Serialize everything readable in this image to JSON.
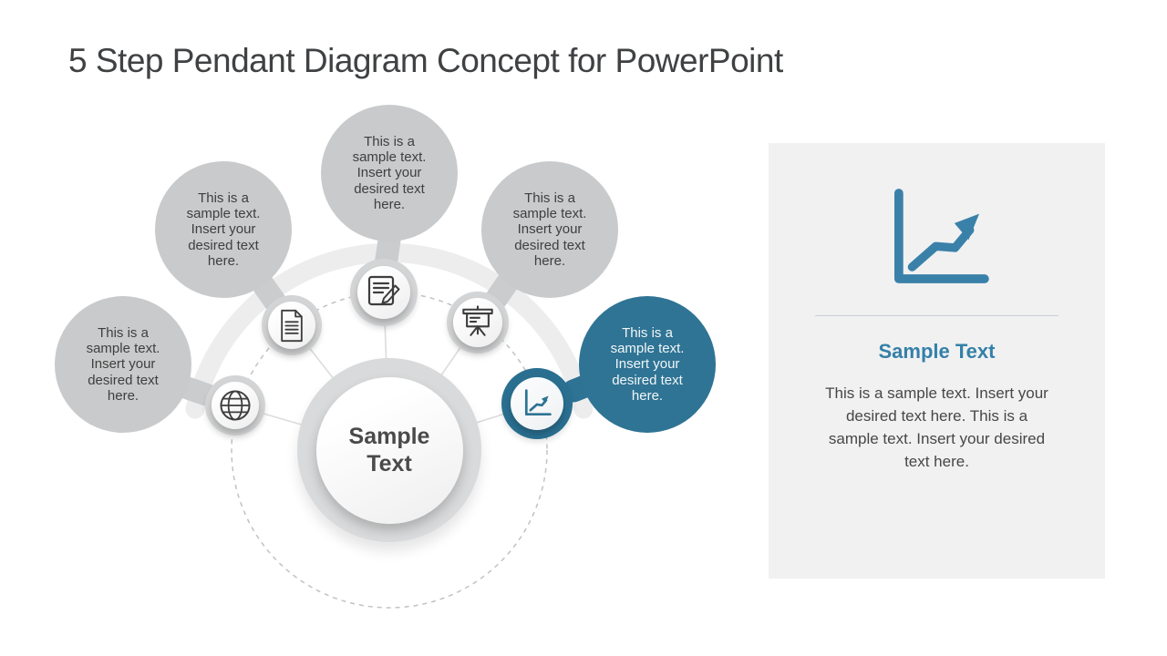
{
  "title": "5 Step Pendant Diagram Concept for PowerPoint",
  "colors": {
    "accent_blue": "#2f7494",
    "panel_accent_blue": "#3a81a9",
    "bubble_gray": "#c9cacb",
    "panel_background": "#f1f1f2"
  },
  "diagram": {
    "center": {
      "label": "Sample Text"
    },
    "steps": [
      {
        "id": 1,
        "icon": "globe-icon",
        "text": "This is a sample text. Insert your desired text here.",
        "highlighted": false
      },
      {
        "id": 2,
        "icon": "document-icon",
        "text": "This is a sample text. Insert your desired text here.",
        "highlighted": false
      },
      {
        "id": 3,
        "icon": "note-edit-icon",
        "text": "This is a sample text. Insert your desired text here.",
        "highlighted": false
      },
      {
        "id": 4,
        "icon": "presentation-board-icon",
        "text": "This is a sample text. Insert your desired text here.",
        "highlighted": false
      },
      {
        "id": 5,
        "icon": "line-chart-icon",
        "text": "This is a sample text. Insert your desired text here.",
        "highlighted": true
      }
    ]
  },
  "panel": {
    "icon": "line-chart-icon",
    "heading": "Sample Text",
    "body": "This is a sample text. Insert your desired text here. This is a sample text. Insert your desired text here."
  }
}
